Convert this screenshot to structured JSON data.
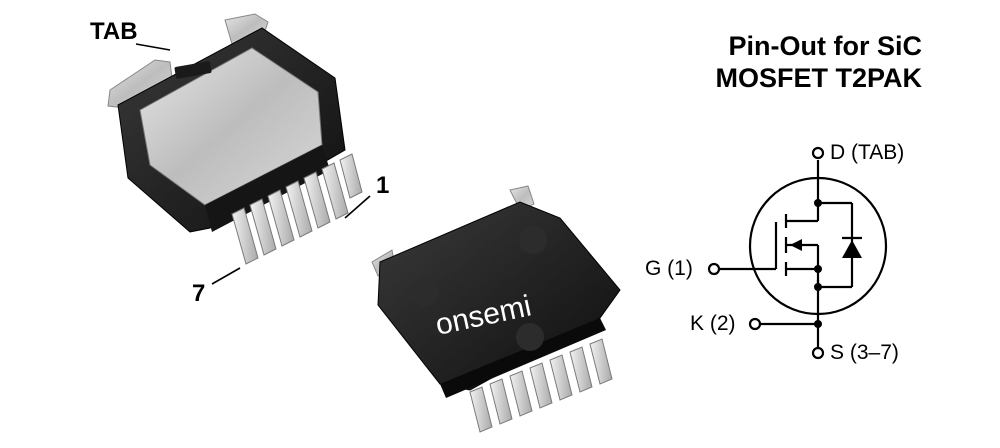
{
  "title": {
    "line1": "Pin-Out for SiC",
    "line2": "MOSFET T2PAK"
  },
  "package_labels": {
    "tab": "TAB",
    "pin_first": "1",
    "pin_last": "7"
  },
  "brand": "onsemi",
  "pins": {
    "drain": "D (TAB)",
    "gate": "G (1)",
    "kelvin": "K (2)",
    "source": "S (3–7)"
  },
  "colors": {
    "package_body": "#1c1c1c",
    "tab_metal": "#c8c8c8",
    "leads": "#d4d4d4",
    "text": "#000000"
  }
}
